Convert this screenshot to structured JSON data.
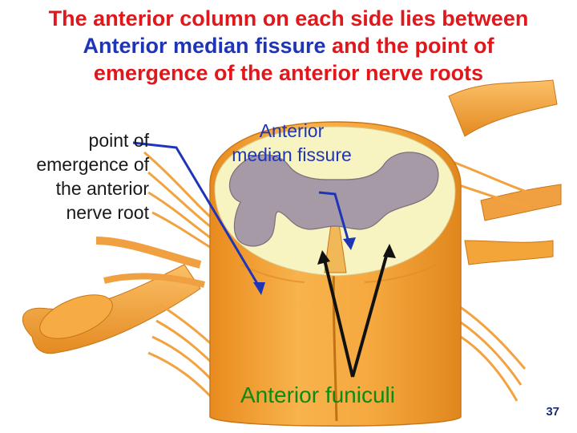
{
  "title": {
    "line1": "The anterior column on each side lies between",
    "line2_blue": "Anterior median fissure",
    "line2_red": " and the point of",
    "line3": "emergence of the anterior nerve roots"
  },
  "labels": {
    "root_line1": "point of",
    "root_line2": "emergence of",
    "root_line3": "the anterior",
    "root_line4": "nerve root",
    "fissure_line1": "Anterior",
    "fissure_line2": "median fissure",
    "funiculi": "Anterior funiculi"
  },
  "page_number": "37",
  "colors": {
    "title_red": "#e0171b",
    "title_blue": "#1f35b8",
    "funiculi_green": "#0e8a12",
    "arrow_blue": "#1f35b8",
    "arrow_black": "#111111",
    "spinal_orange": "#f3a53a",
    "grey_matter": "#a59aa6",
    "white_matter": "#f7f4c2"
  }
}
